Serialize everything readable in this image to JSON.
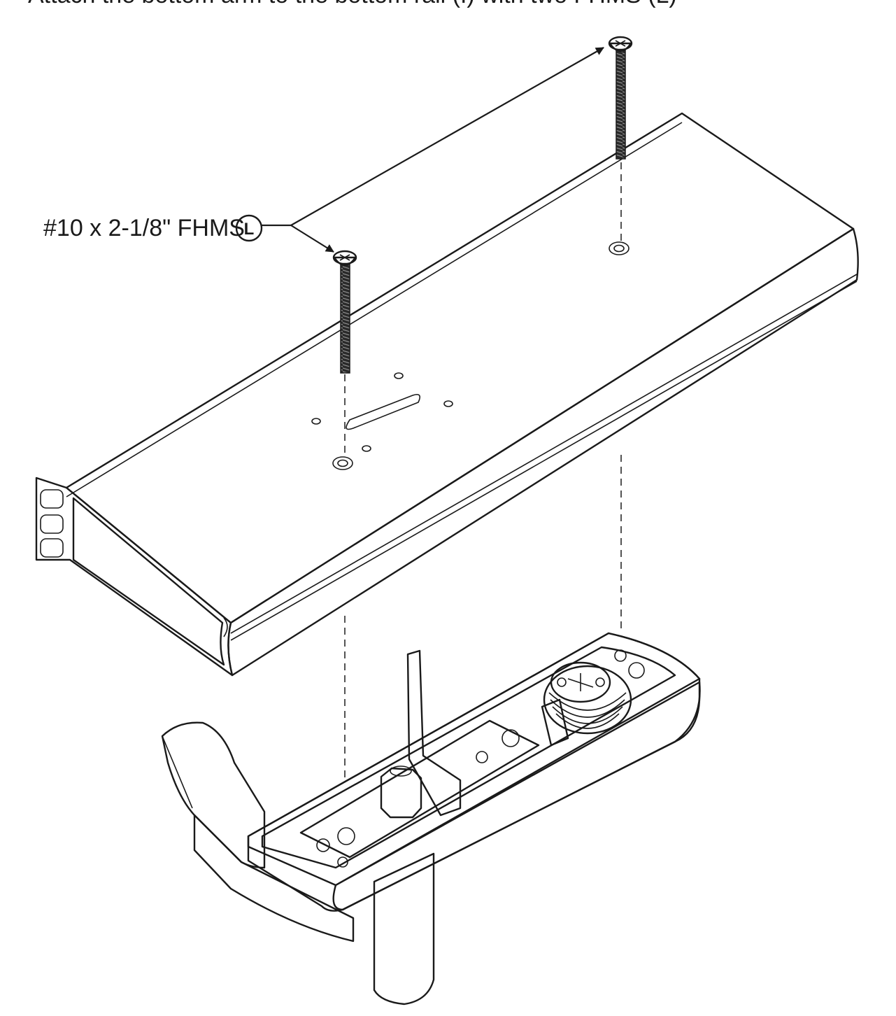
{
  "instruction_fragment": "Attach the bottom arm to the bottom rail (I) with two FHMS (L)",
  "fastener_callout": {
    "text": "#10 x 2-1/8\" FHMS",
    "badge": "L"
  },
  "colors": {
    "line": "#1a1a1a",
    "rail_face": "#ffffff",
    "arm_light": "#d6d6d6",
    "arm_mid": "#b3b3b3",
    "arm_dark": "#8a8a8a"
  }
}
